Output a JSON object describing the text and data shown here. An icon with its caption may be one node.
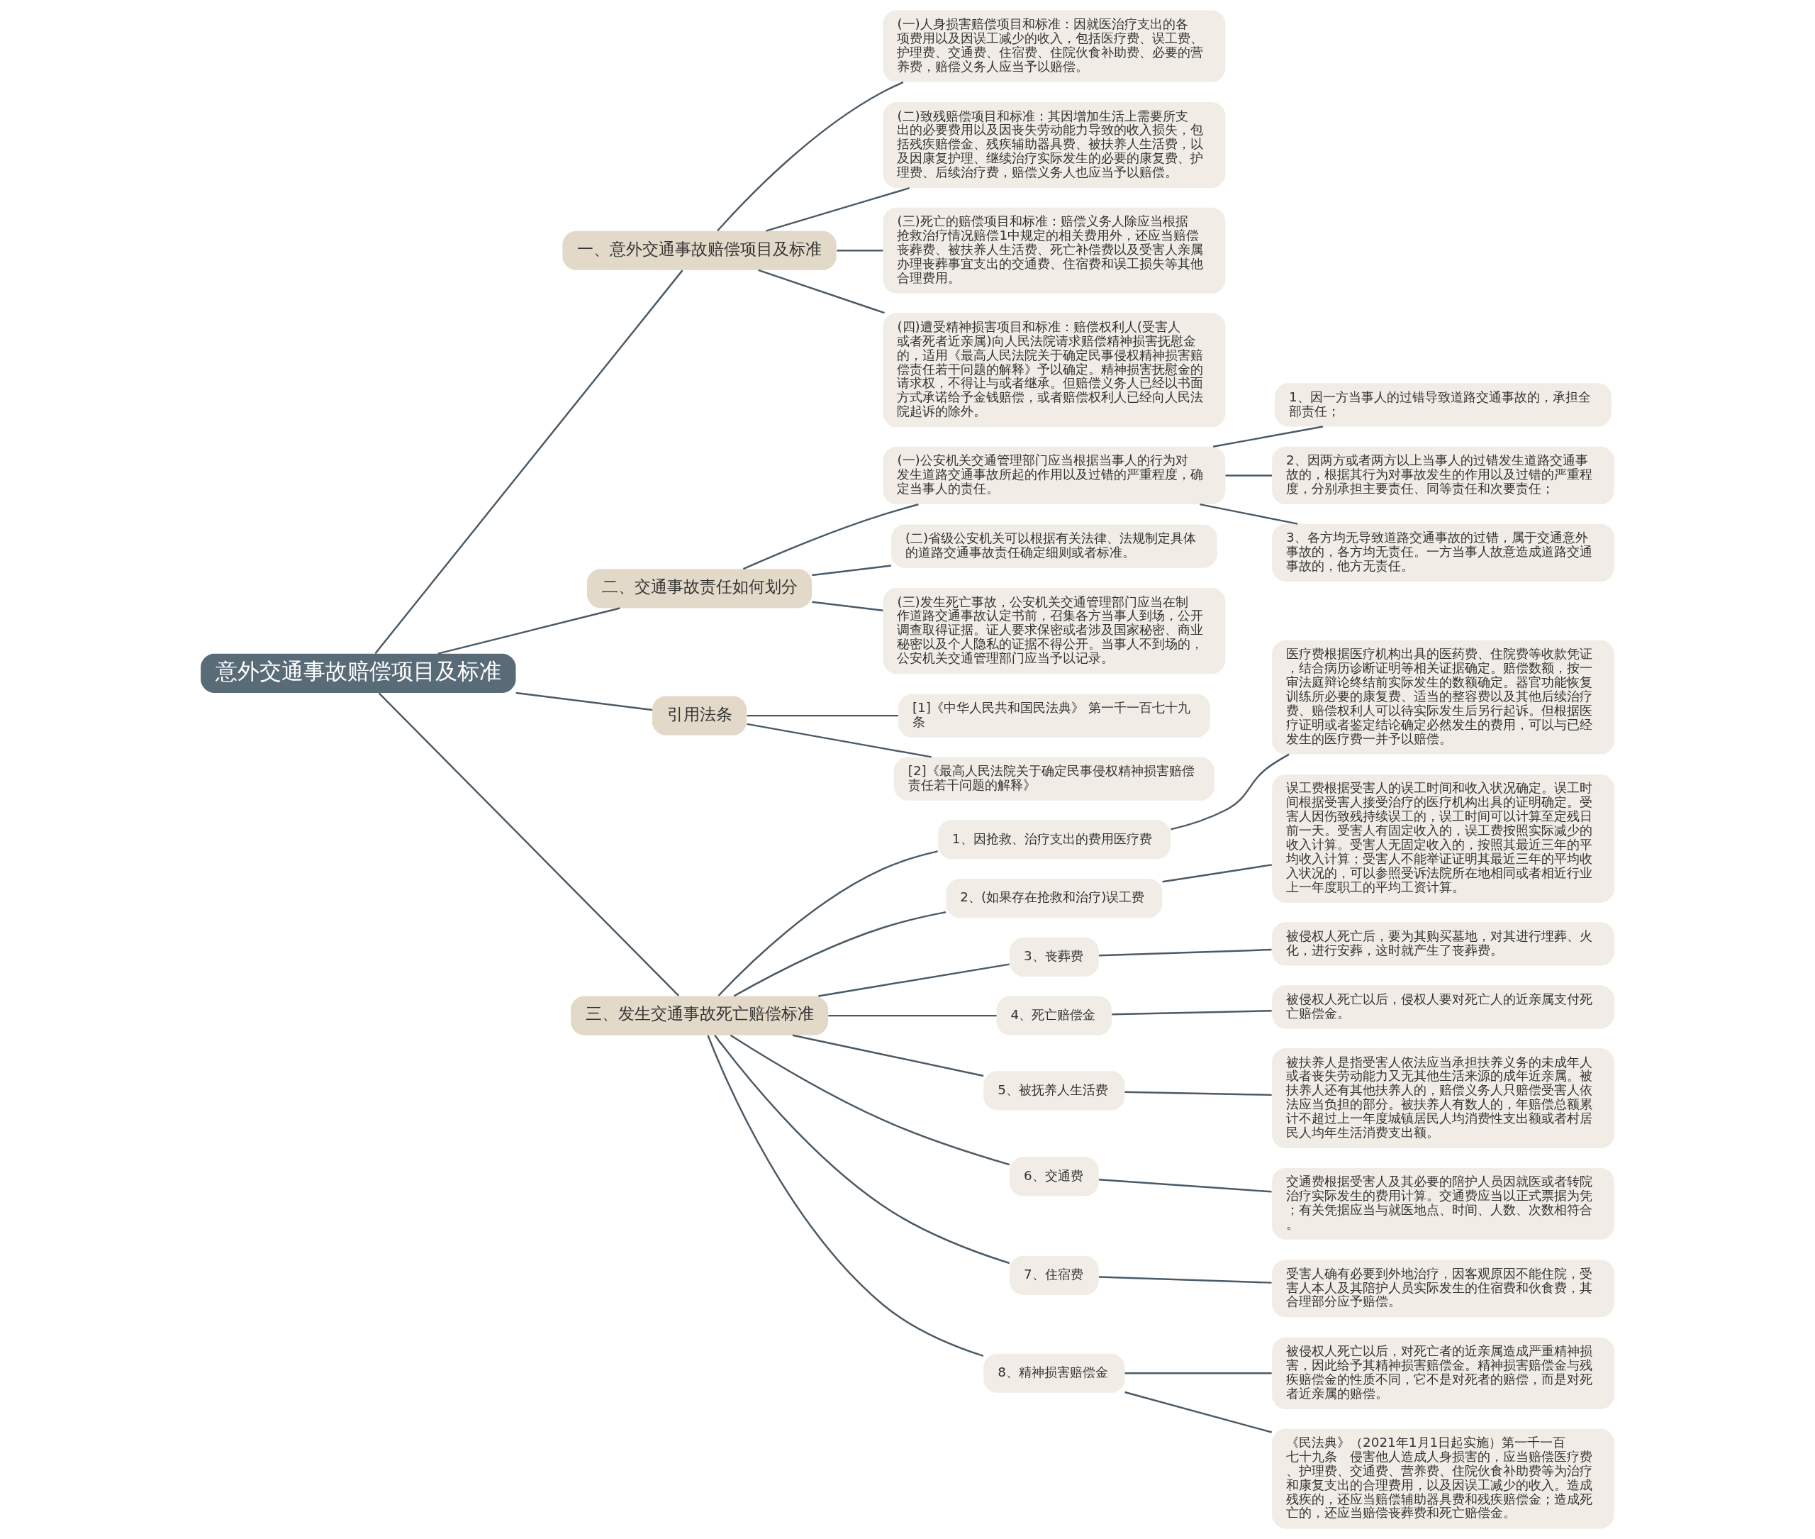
{
  "diagram": {
    "nodes": [
      {
        "text": [
          "意外交通事故赔偿项目及标准"
        ]
      },
      {
        "text": [
          "一、意外交通事故赔偿项目及标准"
        ]
      },
      {
        "text": [
          "(一)人身损害赔偿项目和标准：因就医治疗支出的各项费用以及因误工减少的收入，包括医疗费、误工费、护理费、交通费、住宿费、住院伙食补助费、必要的营养费，赔偿义务人应当予以赔偿。"
        ]
      },
      {
        "text": [
          "(二)致残赔偿项目和标准：其因增加生活上需要所支出的必要费用以及因丧失劳动能力导致的收入损失，包括残疾赔偿金、残疾辅助器具费、被扶养人生活费，以及因康复护理、继续治疗实际发生的必要的康复费、护理费、后续治疗费，赔偿义务人也应当予以赔偿。"
        ]
      },
      {
        "text": [
          "(三)死亡的赔偿项目和标准：赔偿义务人除应当根据抢救治疗情况赔偿1中规定的相关费用外，还应当赔偿丧葬费、被扶养人生活费、死亡补偿费以及受害人亲属办理丧葬事宜支出的交通费、住宿费和误工损失等其他合理费用。"
        ]
      },
      {
        "text": [
          "(四)遭受精神损害项目和标准：赔偿权利人(受害人或者死者近亲属)向人民法院请求赔偿精神损害抚慰金的，适用《最高人民法院关于确定民事侵权精神损害赔偿责任若干问题的解释》予以确定。精神损害抚慰金的请求权，不得让与或者继承。但赔偿义务人已经以书面方式承诺给予金钱赔偿，或者赔偿权利人已经向人民法院起诉的除外。"
        ]
      },
      {
        "text": [
          "二、交通事故责任如何划分"
        ]
      },
      {
        "text": [
          "(一)公安机关交通管理部门应当根据当事人的行为对发生道路交通事故所起的作用以及过错的严重程度，确定当事人的责任。"
        ]
      },
      {
        "text": [
          "1、因一方当事人的过错导致道路交通事故的，承担全部责任；"
        ]
      },
      {
        "text": [
          "2、因两方或者两方以上当事人的过错发生道路交通事故的，根据其行为对事故发生的作用以及过错的严重程度，分别承担主要责任、同等责任和次要责任；"
        ]
      },
      {
        "text": [
          "3、各方均无导致道路交通事故的过错，属于交通意外事故的，各方均无责任。一方当事人故意造成道路交通事故的，他方无责任。"
        ]
      },
      {
        "text": [
          "(二)省级公安机关可以根据有关法律、法规制定具体的道路交通事故责任确定细则或者标准。"
        ]
      },
      {
        "text": [
          "(三)发生死亡事故，公安机关交通管理部门应当在制作道路交通事故认定书前，召集各方当事人到场，公开调查取得证据。证人要求保密或者涉及国家秘密、商业秘密以及个人隐私的证据不得公开。当事人不到场的，公安机关交通管理部门应当予以记录。"
        ]
      },
      {
        "text": [
          "引用法条"
        ]
      },
      {
        "text": [
          "[1]《中华人民共和国民法典》 第一千一百七十九条"
        ]
      },
      {
        "text": [
          "[2]《最高人民法院关于确定民事侵权精神损害赔偿责任若干问题的解释》"
        ]
      },
      {
        "text": [
          "三、发生交通事故死亡赔偿标准"
        ]
      },
      {
        "text": [
          "1、因抢救、治疗支出的费用医疗费"
        ]
      },
      {
        "text": [
          "医疗费根据医疗机构出具的医药费、住院费等收款凭证，结合病历诊断证明等相关证据确定。赔偿数额，按一审法庭辩论终结前实际发生的数额确定。器官功能恢复训练所必要的康复费、适当的整容费以及其他后续治疗费、赔偿权利人可以待实际发生后另行起诉。但根据医疗证明或者鉴定结论确定必然发生的费用，可以与已经发生的医疗费一并予以赔偿。"
        ]
      },
      {
        "text": [
          "2、(如果存在抢救和治疗)误工费"
        ]
      },
      {
        "text": [
          "误工费根据受害人的误工时间和收入状况确定。误工时间根据受害人接受治疗的医疗机构出具的证明确定。受害人因伤致残持续误工的，误工时间可以计算至定残日前一天。受害人有固定收入的，误工费按照实际减少的收入计算。受害人无固定收入的，按照其最近三年的平均收入计算；受害人不能举证证明其最近三年的平均收入状况的，可以参照受诉法院所在地相同或者相近行业上一年度职工的平均工资计算。"
        ]
      },
      {
        "text": [
          "3、丧葬费"
        ]
      },
      {
        "text": [
          "被侵权人死亡后，要为其购买墓地，对其进行埋葬、火化，进行安葬，这时就产生了丧葬费。"
        ]
      },
      {
        "text": [
          "4、死亡赔偿金"
        ]
      },
      {
        "text": [
          "被侵权人死亡以后，侵权人要对死亡人的近亲属支付死亡赔偿金。"
        ]
      },
      {
        "text": [
          "5、被抚养人生活费"
        ]
      },
      {
        "text": [
          "被扶养人是指受害人依法应当承担扶养义务的未成年人或者丧失劳动能力又无其他生活来源的成年近亲属。被扶养人还有其他扶养人的，赔偿义务人只赔偿受害人依法应当负担的部分。被扶养人有数人的，年赔偿总额累计不超过上一年度城镇居民人均消费性支出额或者村居民人均年生活消费支出额。"
        ]
      },
      {
        "text": [
          "6、交通费"
        ]
      },
      {
        "text": [
          "交通费根据受害人及其必要的陪护人员因就医或者转院治疗实际发生的费用计算。交通费应当以正式票据为凭；有关凭据应当与就医地点、时间、人数、次数相符合。"
        ]
      },
      {
        "text": [
          "7、住宿费"
        ]
      },
      {
        "text": [
          "受害人确有必要到外地治疗，因客观原因不能住院，受害人本人及其陪护人员实际发生的住宿费和伙食费，其合理部分应予赔偿。"
        ]
      },
      {
        "text": [
          "8、精神损害赔偿金"
        ]
      },
      {
        "text": [
          "被侵权人死亡以后，对死亡者的近亲属造成严重精神损害，因此给予其精神损害赔偿金。精神损害赔偿金与残疾赔偿金的性质不同，它不是对死者的赔偿，而是对死者近亲属的赔偿。"
        ]
      },
      {
        "text": [
          "《民法典》（2021年1月1日起实施）第一千一百七十九条　侵害他人造成人身损害的，应当赔偿医疗费、护理费、交通费、营养费、住院伙食补助费等为治疗和康复支出的合理费用，以及因误工减少的收入。造成残疾的，还应当赔偿辅助器具费和残疾赔偿金；造成死亡的，还应当赔偿丧葬费和死亡赔偿金。"
        ]
      }
    ],
    "edges": [
      {
        "from": 0,
        "to": 1,
        "arrow": "none"
      },
      {
        "from": 1,
        "to": 2,
        "arrow": "none"
      },
      {
        "from": 1,
        "to": 3,
        "arrow": "none"
      },
      {
        "from": 1,
        "to": 4,
        "arrow": "none"
      },
      {
        "from": 1,
        "to": 5,
        "arrow": "none"
      },
      {
        "from": 0,
        "to": 6,
        "arrow": "none"
      },
      {
        "from": 6,
        "to": 7,
        "arrow": "none"
      },
      {
        "from": 7,
        "to": 8,
        "arrow": "none"
      },
      {
        "from": 7,
        "to": 9,
        "arrow": "none"
      },
      {
        "from": 7,
        "to": 10,
        "arrow": "none"
      },
      {
        "from": 6,
        "to": 11,
        "arrow": "none"
      },
      {
        "from": 6,
        "to": 12,
        "arrow": "none"
      },
      {
        "from": 0,
        "to": 13,
        "arrow": "none"
      },
      {
        "from": 13,
        "to": 14,
        "arrow": "none"
      },
      {
        "from": 13,
        "to": 15,
        "arrow": "none"
      },
      {
        "from": 0,
        "to": 16,
        "arrow": "none"
      },
      {
        "from": 16,
        "to": 17,
        "arrow": "none"
      },
      {
        "from": 17,
        "to": 18,
        "arrow": "none"
      },
      {
        "from": 16,
        "to": 19,
        "arrow": "none"
      },
      {
        "from": 19,
        "to": 20,
        "arrow": "none"
      },
      {
        "from": 16,
        "to": 21,
        "arrow": "none"
      },
      {
        "from": 21,
        "to": 22,
        "arrow": "none"
      },
      {
        "from": 16,
        "to": 23,
        "arrow": "none"
      },
      {
        "from": 23,
        "to": 24,
        "arrow": "none"
      },
      {
        "from": 16,
        "to": 25,
        "arrow": "none"
      },
      {
        "from": 25,
        "to": 26,
        "arrow": "none"
      },
      {
        "from": 16,
        "to": 27,
        "arrow": "none"
      },
      {
        "from": 27,
        "to": 28,
        "arrow": "none"
      },
      {
        "from": 16,
        "to": 29,
        "arrow": "none"
      },
      {
        "from": 29,
        "to": 30,
        "arrow": "none"
      },
      {
        "from": 16,
        "to": 31,
        "arrow": "none"
      },
      {
        "from": 31,
        "to": 32,
        "arrow": "none"
      },
      {
        "from": 31,
        "to": 33,
        "arrow": "none"
      }
    ]
  }
}
